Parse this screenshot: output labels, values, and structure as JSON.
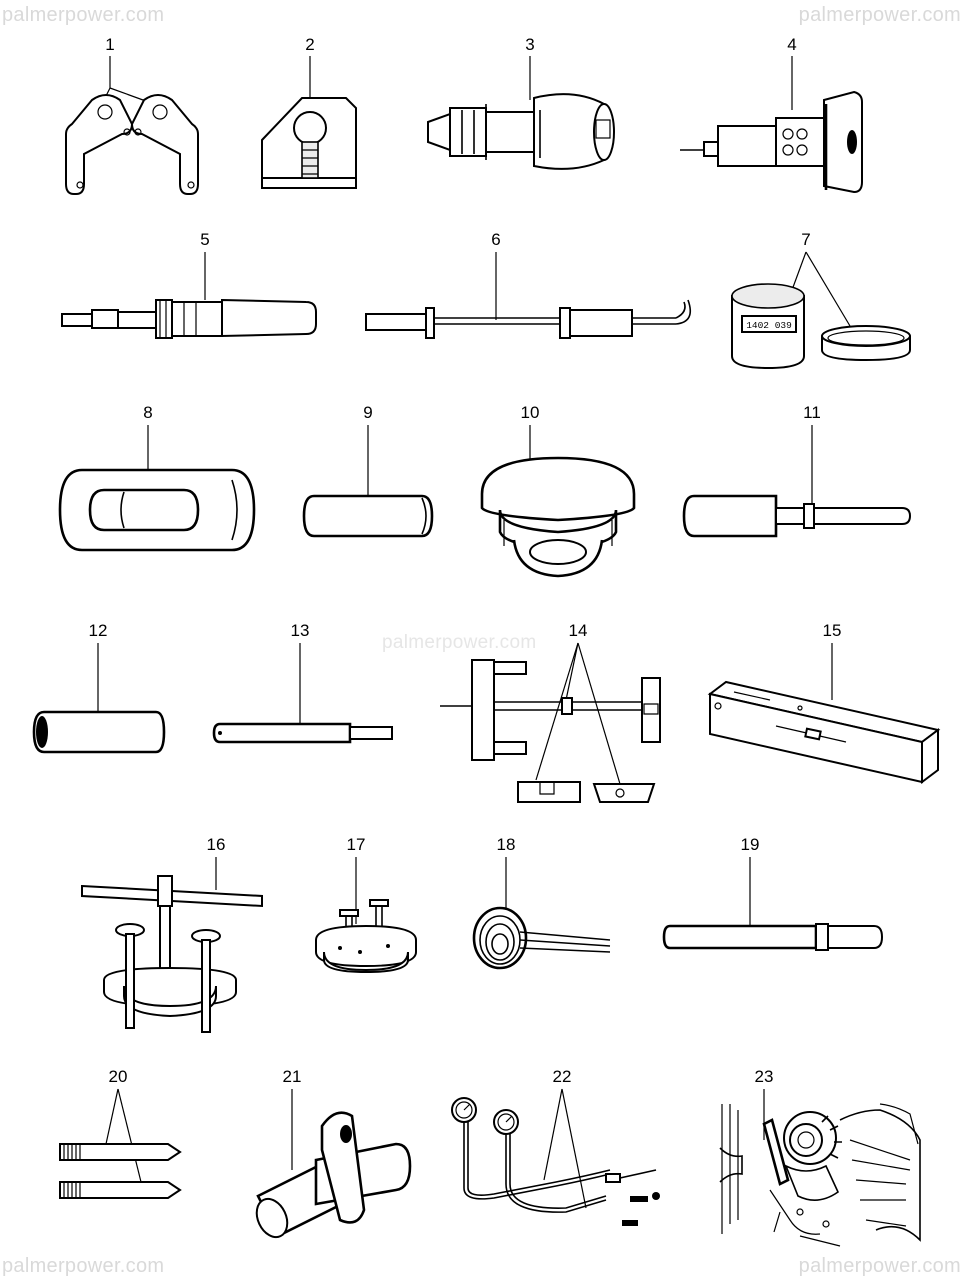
{
  "watermarks": {
    "top_left": "palmerpower.com",
    "top_right": "palmerpower.com",
    "middle": "palmerpower.com",
    "bottom_left": "palmerpower.com",
    "bottom_right": "palmerpower.com"
  },
  "labels": {
    "l1": "1",
    "l2": "2",
    "l3": "3",
    "l4": "4",
    "l5": "5",
    "l6": "6",
    "l7": "7",
    "l8": "8",
    "l9": "9",
    "l10": "10",
    "l11": "11",
    "l12": "12",
    "l13": "13",
    "l14": "14",
    "l15": "15",
    "l16": "16",
    "l17": "17",
    "l18": "18",
    "l19": "19",
    "l20": "20",
    "l21": "21",
    "l22": "22",
    "l23": "23"
  },
  "tool7_marking": "1402 039",
  "icons": [
    "tool-1-bracket-icon",
    "tool-2-holder-icon",
    "tool-3-socket-icon",
    "tool-4-gauge-icon",
    "tool-5-torque-driver-icon",
    "tool-6-slide-hammer-icon",
    "tool-7-cup-icon",
    "tool-8-sleeve-icon",
    "tool-9-bush-icon",
    "tool-10-drift-icon",
    "tool-11-mandrel-icon",
    "tool-12-sleeve-icon",
    "tool-13-pin-icon",
    "tool-14-puller-icon",
    "tool-15-bar-icon",
    "tool-16-puller-icon",
    "tool-17-plate-icon",
    "tool-18-spring-clamp-icon",
    "tool-19-drift-icon",
    "tool-20-studs-icon",
    "tool-21-adapter-icon",
    "tool-22-pressure-gauge-icon",
    "tool-23-installed-tool-icon"
  ]
}
